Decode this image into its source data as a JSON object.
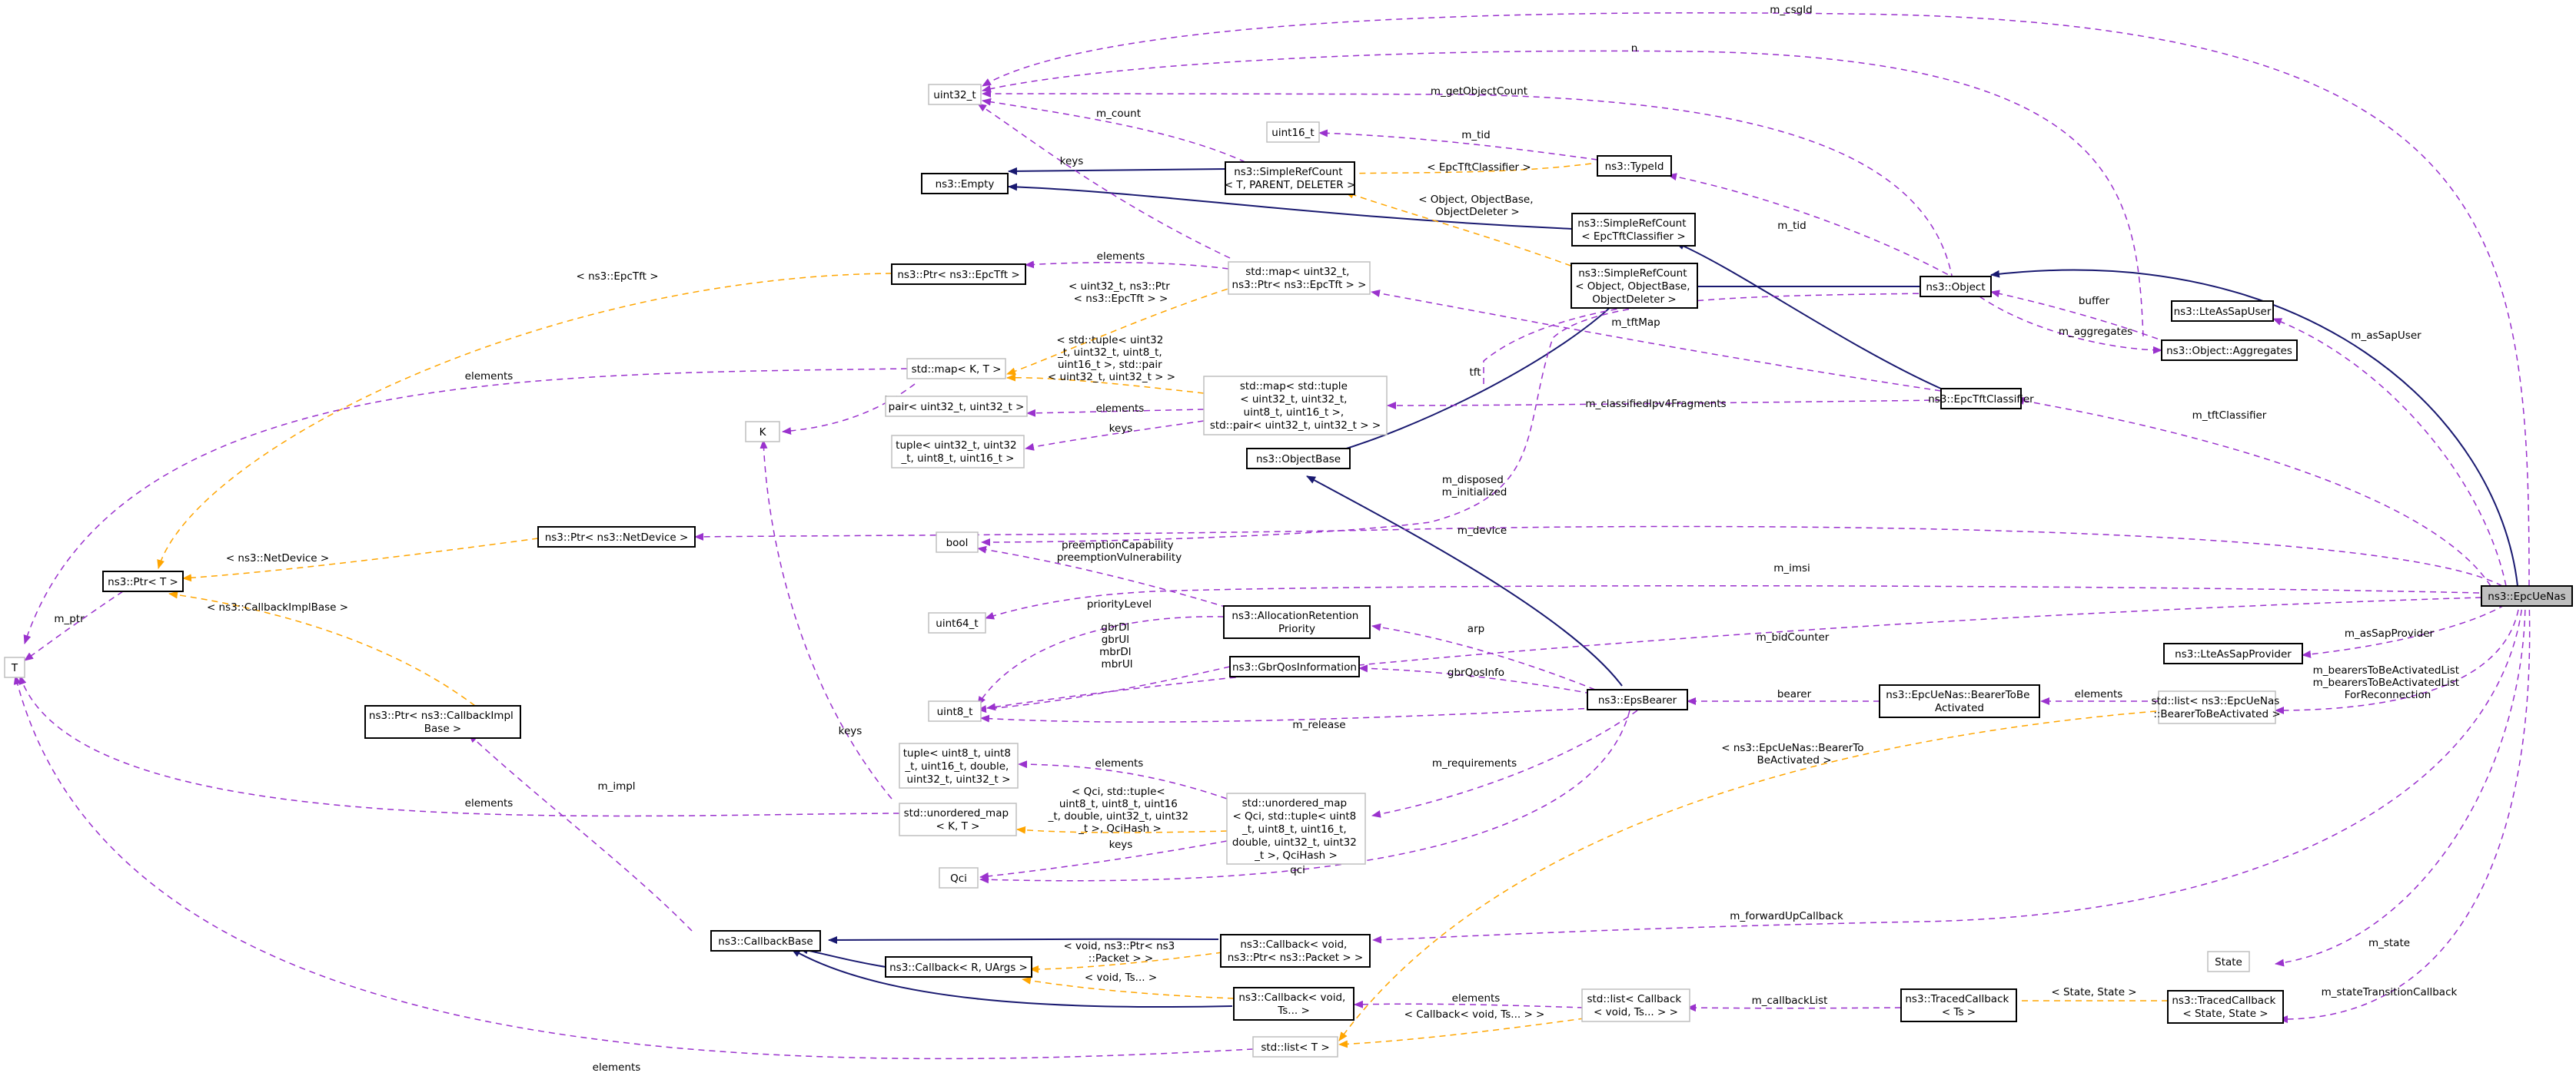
{
  "diagram": {
    "nodes": [
      {
        "id": "uint32",
        "lines": [
          "uint32_t"
        ]
      },
      {
        "id": "uint16",
        "lines": [
          "uint16_t"
        ]
      },
      {
        "id": "empty",
        "lines": [
          "ns3::Empty"
        ]
      },
      {
        "id": "src_t",
        "lines": [
          "ns3::SimpleRefCount",
          "< T, PARENT, DELETER >"
        ]
      },
      {
        "id": "typeid",
        "lines": [
          "ns3::TypeId"
        ]
      },
      {
        "id": "src_tft",
        "lines": [
          "ns3::SimpleRefCount",
          "< EpcTftClassifier >"
        ]
      },
      {
        "id": "src_obj",
        "lines": [
          "ns3::SimpleRefCount",
          "< Object, ObjectBase,",
          "ObjectDeleter >"
        ]
      },
      {
        "id": "object",
        "lines": [
          "ns3::Object"
        ]
      },
      {
        "id": "ltesapuser",
        "lines": [
          "ns3::LteAsSapUser"
        ]
      },
      {
        "id": "aggregates",
        "lines": [
          "ns3::Object::Aggregates"
        ]
      },
      {
        "id": "ptr_epctft",
        "lines": [
          "ns3::Ptr< ns3::EpcTft >"
        ]
      },
      {
        "id": "map_tft",
        "lines": [
          "std::map< uint32_t,",
          "ns3::Ptr< ns3::EpcTft > >"
        ]
      },
      {
        "id": "map_kt",
        "lines": [
          "std::map< K, T >"
        ]
      },
      {
        "id": "map_tuple",
        "lines": [
          "std::map< std::tuple",
          "< uint32_t, uint32_t,",
          "uint8_t, uint16_t >,",
          "std::pair< uint32_t, uint32_t > >"
        ]
      },
      {
        "id": "pair",
        "lines": [
          "pair< uint32_t, uint32_t >"
        ]
      },
      {
        "id": "tuple4",
        "lines": [
          "tuple< uint32_t, uint32",
          "_t, uint8_t, uint16_t >"
        ]
      },
      {
        "id": "k",
        "lines": [
          "K"
        ]
      },
      {
        "id": "objbase",
        "lines": [
          "ns3::ObjectBase"
        ]
      },
      {
        "id": "tftclass",
        "lines": [
          "ns3::EpcTftClassifier"
        ]
      },
      {
        "id": "ptr_netdev",
        "lines": [
          "ns3::Ptr< ns3::NetDevice >"
        ]
      },
      {
        "id": "bool",
        "lines": [
          "bool"
        ]
      },
      {
        "id": "ptr_t",
        "lines": [
          "ns3::Ptr< T >"
        ]
      },
      {
        "id": "t",
        "lines": [
          "T"
        ]
      },
      {
        "id": "uint64",
        "lines": [
          "uint64_t"
        ]
      },
      {
        "id": "allocret",
        "lines": [
          "ns3::AllocationRetention",
          "Priority"
        ]
      },
      {
        "id": "epcuenas",
        "lines": [
          "ns3::EpcUeNas"
        ]
      },
      {
        "id": "gbrqos",
        "lines": [
          "ns3::GbrQosInformation"
        ]
      },
      {
        "id": "ltesapprov",
        "lines": [
          "ns3::LteAsSapProvider"
        ]
      },
      {
        "id": "uint8",
        "lines": [
          "uint8_t"
        ]
      },
      {
        "id": "epsbearer",
        "lines": [
          "ns3::EpsBearer"
        ]
      },
      {
        "id": "btba",
        "lines": [
          "ns3::EpcUeNas::BearerToBe",
          "Activated"
        ]
      },
      {
        "id": "list_btba",
        "lines": [
          "std::list< ns3::EpcUeNas",
          "::BearerToBeActivated >"
        ]
      },
      {
        "id": "ptr_cbimpl",
        "lines": [
          "ns3::Ptr< ns3::CallbackImpl",
          "Base >"
        ]
      },
      {
        "id": "tuple6",
        "lines": [
          "tuple< uint8_t, uint8",
          "_t, uint16_t, double,",
          "uint32_t, uint32_t >"
        ]
      },
      {
        "id": "umap_kt",
        "lines": [
          "std::unordered_map",
          "< K, T >"
        ]
      },
      {
        "id": "umap_qci",
        "lines": [
          "std::unordered_map",
          "< Qci, std::tuple< uint8",
          "_t, uint8_t, uint16_t,",
          "double, uint32_t, uint32",
          "_t >, QciHash >"
        ]
      },
      {
        "id": "qci",
        "lines": [
          "Qci"
        ]
      },
      {
        "id": "cbbase",
        "lines": [
          "ns3::CallbackBase"
        ]
      },
      {
        "id": "cb_void_pkt",
        "lines": [
          "ns3::Callback< void,",
          "ns3::Ptr< ns3::Packet > >"
        ]
      },
      {
        "id": "cb_r",
        "lines": [
          "ns3::Callback< R, UArgs >"
        ]
      },
      {
        "id": "state",
        "lines": [
          "State"
        ]
      },
      {
        "id": "cb_void_ts",
        "lines": [
          "ns3::Callback< void,",
          "Ts... >"
        ]
      },
      {
        "id": "list_cb",
        "lines": [
          "std::list< Callback",
          "< void, Ts... > >"
        ]
      },
      {
        "id": "traced_ts",
        "lines": [
          "ns3::TracedCallback",
          "< Ts >"
        ]
      },
      {
        "id": "traced_state",
        "lines": [
          "ns3::TracedCallback",
          "< State, State >"
        ]
      },
      {
        "id": "list_t",
        "lines": [
          "std::list< T >"
        ]
      }
    ],
    "edges": [
      {
        "id": "e_csgid",
        "lines": [
          "m_csgId"
        ]
      },
      {
        "id": "e_n",
        "lines": [
          "n"
        ]
      },
      {
        "id": "e_getobjcount",
        "lines": [
          "m_getObjectCount"
        ]
      },
      {
        "id": "e_count",
        "lines": [
          "m_count"
        ]
      },
      {
        "id": "e_tid16",
        "lines": [
          "m_tid"
        ]
      },
      {
        "id": "e_keys_top",
        "lines": [
          "keys"
        ]
      },
      {
        "id": "e_tmpl_tftclass",
        "lines": [
          "< EpcTftClassifier >"
        ]
      },
      {
        "id": "e_tmpl_objbase",
        "lines": [
          "< Object, ObjectBase,",
          "ObjectDeleter >"
        ]
      },
      {
        "id": "e_tid_obj",
        "lines": [
          "m_tid"
        ]
      },
      {
        "id": "e_tmpl_epctft",
        "lines": [
          "< ns3::EpcTft >"
        ]
      },
      {
        "id": "e_elements_ptrtft",
        "lines": [
          "elements"
        ]
      },
      {
        "id": "e_tmpl_mapkt1",
        "lines": [
          "< uint32_t, ns3::Ptr",
          "< ns3::EpcTft > >"
        ]
      },
      {
        "id": "e_buffer",
        "lines": [
          "buffer"
        ]
      },
      {
        "id": "e_aggregates",
        "lines": [
          "m_aggregates"
        ]
      },
      {
        "id": "e_tftmap",
        "lines": [
          "m_tftMap"
        ]
      },
      {
        "id": "e_assapuser",
        "lines": [
          "m_asSapUser"
        ]
      },
      {
        "id": "e_elements_t_map",
        "lines": [
          "elements"
        ]
      },
      {
        "id": "e_tmpl_mapkt2",
        "lines": [
          "< std::tuple< uint32",
          "_t, uint32_t, uint8_t,",
          "uint16_t >, std::pair",
          "< uint32_t, uint32_t > >"
        ]
      },
      {
        "id": "e_keys_k1",
        "lines": [
          "keys"
        ]
      },
      {
        "id": "e_tft",
        "lines": [
          "tft"
        ]
      },
      {
        "id": "e_classipv4",
        "lines": [
          "m_classifiedIpv4Fragments"
        ]
      },
      {
        "id": "e_elements_pair",
        "lines": [
          "elements"
        ]
      },
      {
        "id": "e_keys_tuple4",
        "lines": [
          "keys"
        ]
      },
      {
        "id": "e_tftclassifier",
        "lines": [
          "m_tftClassifier"
        ]
      },
      {
        "id": "e_disposed",
        "lines": [
          "m_disposed",
          "m_initialized"
        ]
      },
      {
        "id": "e_device",
        "lines": [
          "m_device"
        ]
      },
      {
        "id": "e_tmpl_netdev",
        "lines": [
          "< ns3::NetDevice >"
        ]
      },
      {
        "id": "e_preempt",
        "lines": [
          "preemptionCapability",
          "preemptionVulnerability"
        ]
      },
      {
        "id": "e_imsi",
        "lines": [
          "m_imsi"
        ]
      },
      {
        "id": "e_ptr",
        "lines": [
          "m_ptr"
        ]
      },
      {
        "id": "e_prioritylevel",
        "lines": [
          "priorityLevel"
        ]
      },
      {
        "id": "e_tmpl_cbimpl",
        "lines": [
          "< ns3::CallbackImplBase >"
        ]
      },
      {
        "id": "e_arp",
        "lines": [
          "arp"
        ]
      },
      {
        "id": "e_bidcounter",
        "lines": [
          "m_bidCounter"
        ]
      },
      {
        "id": "e_assapprov",
        "lines": [
          "m_asSapProvider"
        ]
      },
      {
        "id": "e_gbr",
        "lines": [
          "gbrDl",
          "gbrUl",
          "mbrDl",
          "mbrUl"
        ]
      },
      {
        "id": "e_gbrqosinfo",
        "lines": [
          "gbrQosInfo"
        ]
      },
      {
        "id": "e_bearers",
        "lines": [
          "m_bearersToBeActivatedList",
          "m_bearersToBeActivatedList",
          "ForReconnection"
        ]
      },
      {
        "id": "e_bearer",
        "lines": [
          "bearer"
        ]
      },
      {
        "id": "e_elements_btba",
        "lines": [
          "elements"
        ]
      },
      {
        "id": "e_release",
        "lines": [
          "m_release"
        ]
      },
      {
        "id": "e_keys_k2",
        "lines": [
          "keys"
        ]
      },
      {
        "id": "e_tmpl_btba",
        "lines": [
          "< ns3::EpcUeNas::BearerTo",
          "BeActivated >"
        ]
      },
      {
        "id": "e_requirements",
        "lines": [
          "m_requirements"
        ]
      },
      {
        "id": "e_elements_tuple6",
        "lines": [
          "elements"
        ]
      },
      {
        "id": "e_impl",
        "lines": [
          "m_impl"
        ]
      },
      {
        "id": "e_elements_t_umap",
        "lines": [
          "elements"
        ]
      },
      {
        "id": "e_tmpl_umap",
        "lines": [
          "< Qci, std::tuple<",
          "uint8_t, uint8_t, uint16",
          "_t, double, uint32_t, uint32",
          "_t >, QciHash >"
        ]
      },
      {
        "id": "e_keys_qci",
        "lines": [
          "keys"
        ]
      },
      {
        "id": "e_qci",
        "lines": [
          "qci"
        ]
      },
      {
        "id": "e_forwardup",
        "lines": [
          "m_forwardUpCallback"
        ]
      },
      {
        "id": "e_tmpl_voidpkt",
        "lines": [
          "< void, ns3::Ptr< ns3",
          "::Packet > >"
        ]
      },
      {
        "id": "e_state",
        "lines": [
          "m_state"
        ]
      },
      {
        "id": "e_tmpl_voidts",
        "lines": [
          "< void, Ts... >"
        ]
      },
      {
        "id": "e_elements_listcb",
        "lines": [
          "elements"
        ]
      },
      {
        "id": "e_callbacklist",
        "lines": [
          "m_callbackList"
        ]
      },
      {
        "id": "e_tmpl_statestate",
        "lines": [
          "< State, State >"
        ]
      },
      {
        "id": "e_statetrans",
        "lines": [
          "m_stateTransitionCallback"
        ]
      },
      {
        "id": "e_tmpl_cbvoidts",
        "lines": [
          "< Callback< void, Ts... > >"
        ]
      },
      {
        "id": "e_elements_listt",
        "lines": [
          "elements"
        ]
      }
    ]
  }
}
